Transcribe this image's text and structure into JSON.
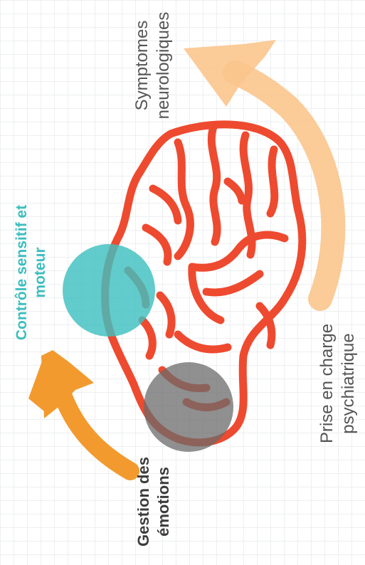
{
  "colors": {
    "brain": "#ee4a2f",
    "teal_circle": "#3fbfc0",
    "gray_circle": "#6b6b6b",
    "orange_arrow": "#f29a2e",
    "peach_arrow": "#fbc58d",
    "teal_text": "#3dbdbf",
    "dark_text": "#3c3c3c"
  },
  "labels": {
    "motor": {
      "line1": "Contrôle sensitif et",
      "line2": "moteur"
    },
    "emotions": {
      "line1": "Gestion des",
      "line2": "émotions"
    },
    "neuro": {
      "line1": "Symptomes",
      "line2": "neurologiques"
    },
    "psych": {
      "line1": "Prise en charge",
      "line2": "psychiatrique"
    }
  }
}
